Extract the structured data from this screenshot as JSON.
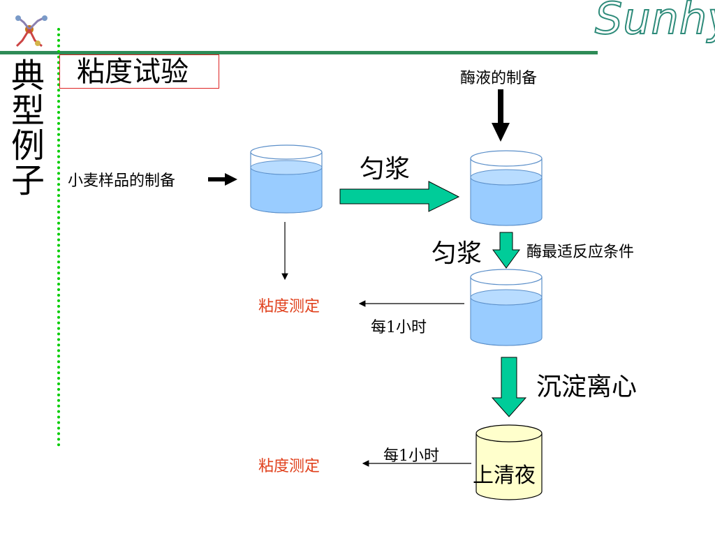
{
  "brand": "Sunhy",
  "side_title": "典型例子",
  "title": "粘度试验",
  "labels": {
    "enzyme_prep": "酶液的制备",
    "wheat_prep": "小麦样品的制备",
    "homogenize_1": "匀浆",
    "homogenize_2": "匀浆",
    "optimal_conditions": "酶最适反应条件",
    "viscosity_1": "粘度测定",
    "every_hour_1": "每1小时",
    "precip_centrifuge": "沉淀离心",
    "viscosity_2": "粘度测定",
    "every_hour_2": "每1小时",
    "supernatant": "上清夜"
  },
  "colors": {
    "accent_line": "#2e8b57",
    "dotted_line": "#00cc00",
    "arrow_fill": "#00cc99",
    "liquid": "#99ccff",
    "supernatant_fill": "#ffffcc",
    "measure_text": "#e0401c"
  }
}
